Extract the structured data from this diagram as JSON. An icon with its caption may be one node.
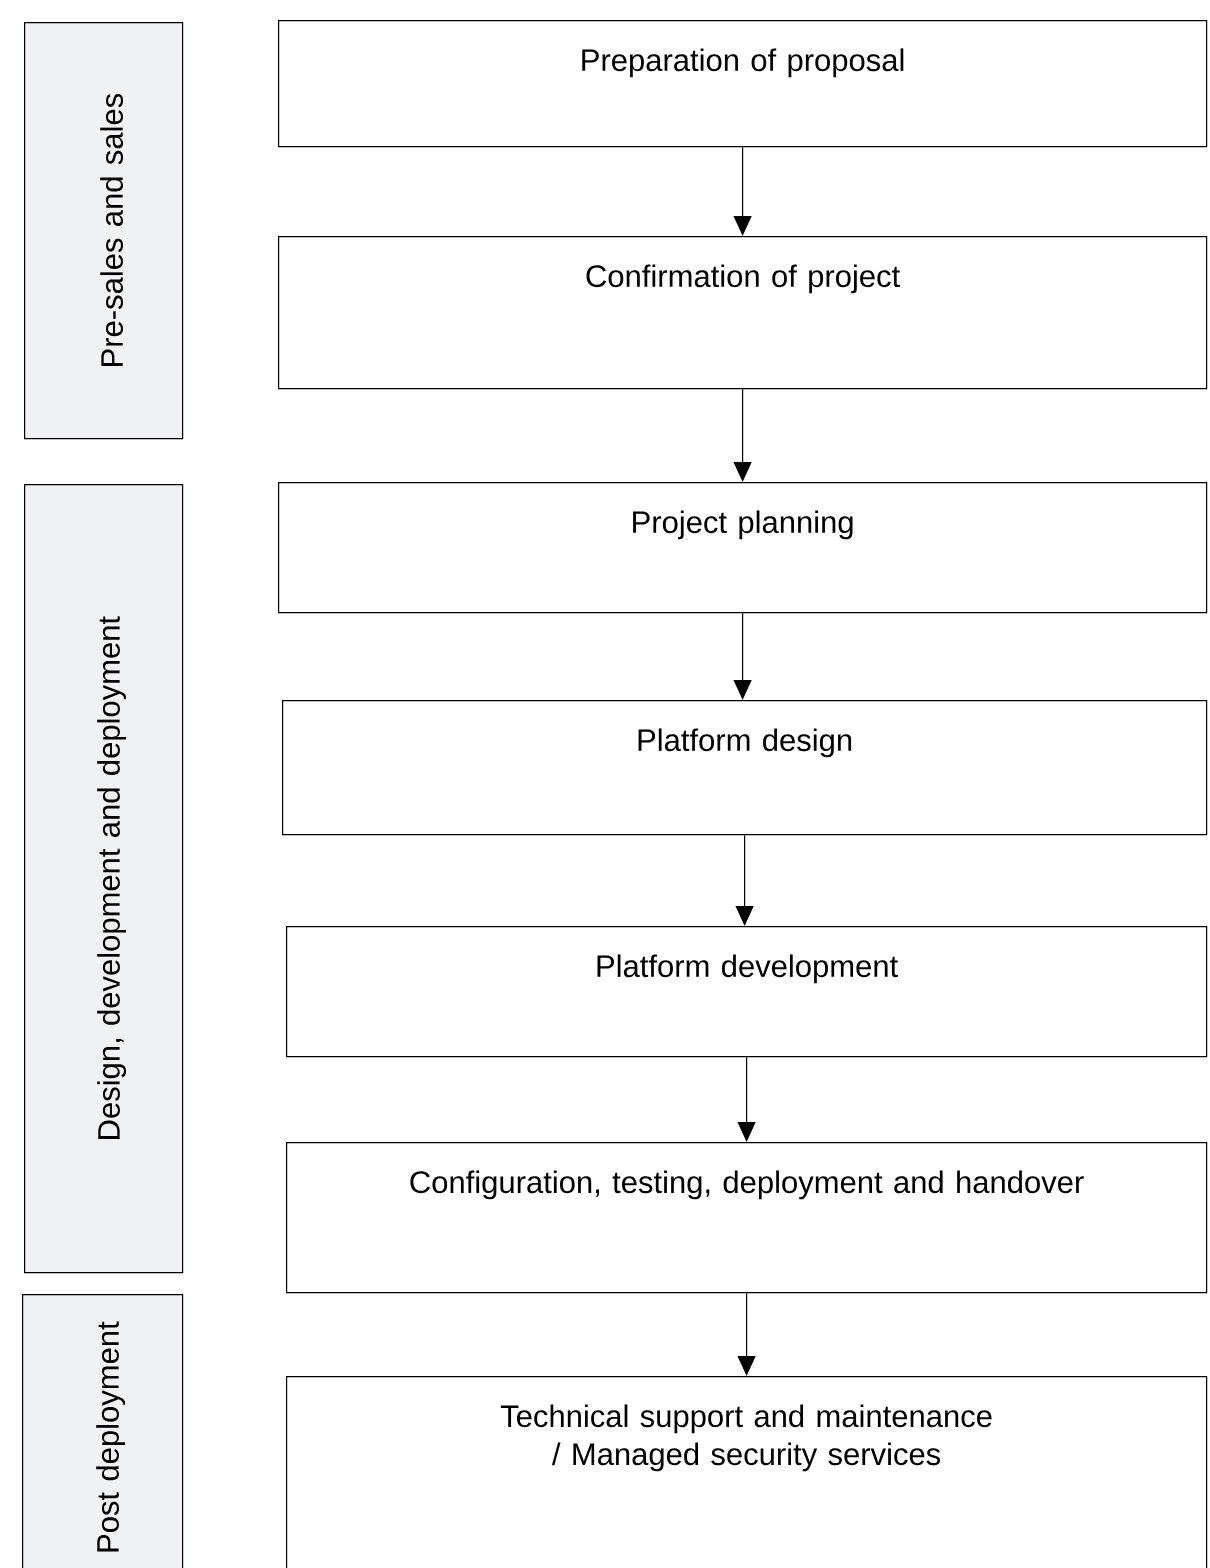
{
  "diagram": {
    "nodes": [
      {
        "text": [
          "Pre-sales and sales"
        ]
      },
      {
        "text": [
          "Design, development and deployment"
        ]
      },
      {
        "text": [
          "Post deployment"
        ]
      },
      {
        "text": [
          "Preparation of proposal"
        ]
      },
      {
        "text": [
          "Confirmation of project"
        ]
      },
      {
        "text": [
          "Project planning"
        ]
      },
      {
        "text": [
          "Platform design"
        ]
      },
      {
        "text": [
          "Platform development"
        ]
      },
      {
        "text": [
          "Configuration, testing, deployment and handover"
        ]
      },
      {
        "text": [
          "Technical support and maintenance / Managed security services"
        ]
      }
    ],
    "edges": [
      {
        "from": 3,
        "to": 4,
        "arrow": "to"
      },
      {
        "from": 4,
        "to": 5,
        "arrow": "to"
      },
      {
        "from": 5,
        "to": 6,
        "arrow": "to"
      },
      {
        "from": 6,
        "to": 7,
        "arrow": "to"
      },
      {
        "from": 7,
        "to": 8,
        "arrow": "to"
      },
      {
        "from": 8,
        "to": 9,
        "arrow": "to"
      }
    ]
  }
}
